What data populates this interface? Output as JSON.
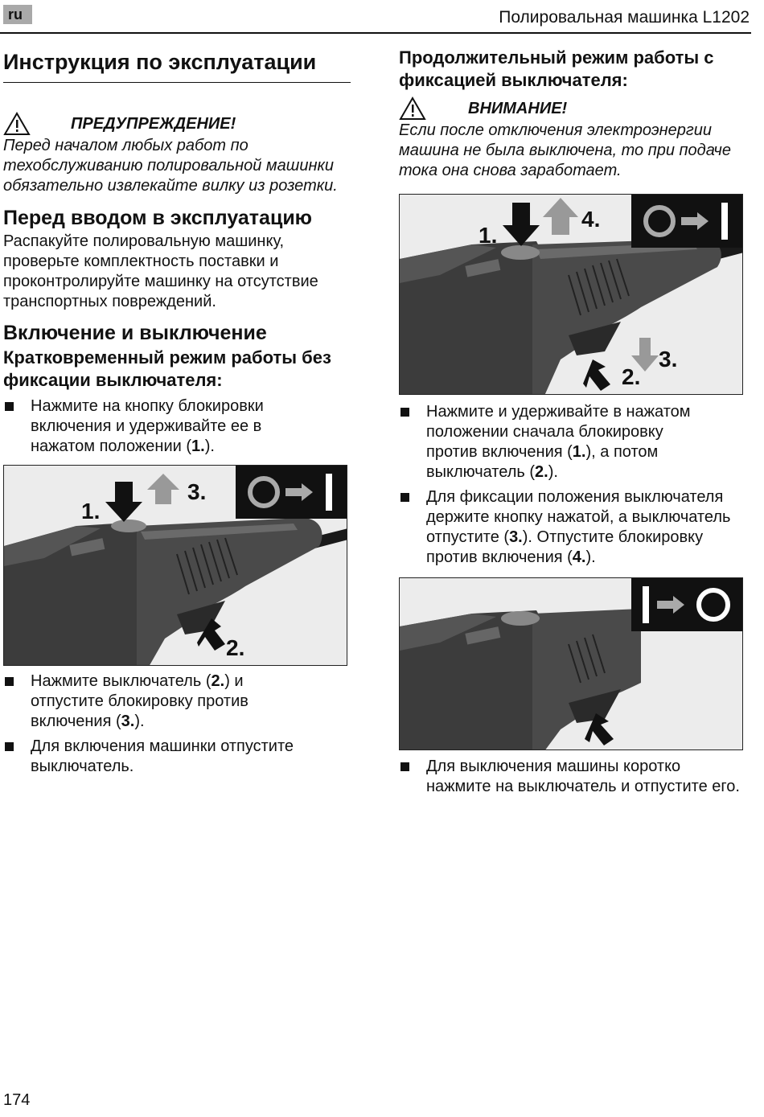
{
  "header": {
    "lang": "ru",
    "title": "Полировальная машинка L1202"
  },
  "left": {
    "heading": "Инструкция по эксплуатации",
    "warning_label": "ПРЕДУПРЕЖДЕНИЕ!",
    "warning_text": "Перед началом любых работ по техобслуживанию полировальной машинки обязательно извлекайте вилку из розетки.",
    "before_use_heading": "Перед вводом в эксплуатацию",
    "before_use_text": "Распакуйте полировальную машинку, проверьте комплектность поставки и проконтролируйте машинку на отсутствие транспортных повреждений.",
    "onoff_heading": "Включение и выключение",
    "short_mode_heading": "Кратковременный режим работы без фиксации выключателя:",
    "bullet1_pre": "Нажмите на кнопку блокировки включения и удерживайте ее в нажатом положении (",
    "bullet1_num": "1.",
    "bullet1_post": ").",
    "fig1_labels": {
      "a": "1.",
      "b": "2.",
      "c": "3."
    },
    "bullet2_pre": "Нажмите выключатель (",
    "bullet2_num1": "2.",
    "bullet2_mid": ") и отпустите блокировку против включения (",
    "bullet2_num2": "3.",
    "bullet2_post": ").",
    "bullet3": "Для включения машинки отпустите выключатель."
  },
  "right": {
    "heading": "Продолжительный режим работы с фиксацией выключателя:",
    "caution_label": "ВНИМАНИЕ!",
    "caution_text": "Если после отключения электроэнергии машина не была выключена, то при подаче тока она снова заработает.",
    "fig2_labels": {
      "a": "1.",
      "b": "2.",
      "c": "3.",
      "d": "4."
    },
    "bullet1_pre": "Нажмите и удерживайте в нажатом положении сначала блокировку против включения (",
    "bullet1_num1": "1.",
    "bullet1_mid": "), а потом выключатель (",
    "bullet1_num2": "2.",
    "bullet1_post": ").",
    "bullet2_pre": "Для фиксации положения выключателя держите кнопку нажатой, а выключатель отпустите (",
    "bullet2_num1": "3.",
    "bullet2_mid": "). Отпустите блокировку против включения (",
    "bullet2_num2": "4.",
    "bullet2_post": ").",
    "bullet3": "Для выключения машины коротко нажмите на выключатель и отпустите его."
  },
  "footer": {
    "page": "174"
  }
}
